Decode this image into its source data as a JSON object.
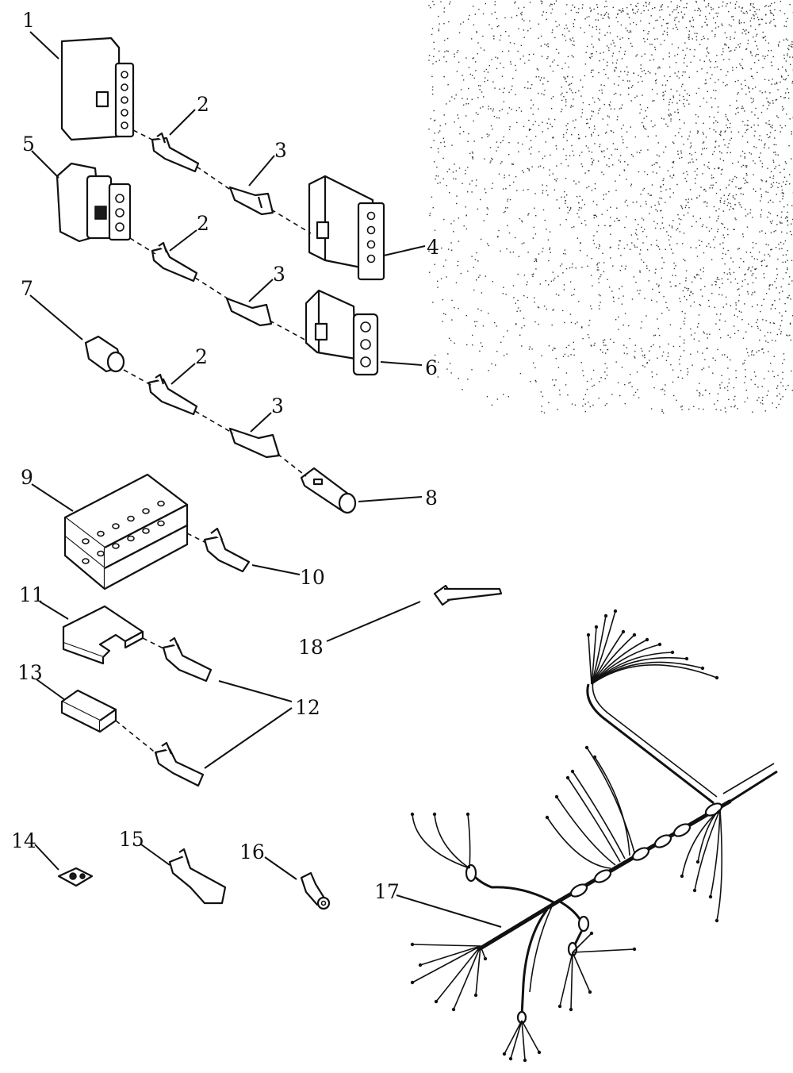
{
  "callouts": [
    {
      "id": "1",
      "text": "1"
    },
    {
      "id": "2a",
      "text": "2"
    },
    {
      "id": "3a",
      "text": "3"
    },
    {
      "id": "4",
      "text": "4"
    },
    {
      "id": "5",
      "text": "5"
    },
    {
      "id": "2b",
      "text": "2"
    },
    {
      "id": "3b",
      "text": "3"
    },
    {
      "id": "7",
      "text": "7"
    },
    {
      "id": "6",
      "text": "6"
    },
    {
      "id": "2c",
      "text": "2"
    },
    {
      "id": "3c",
      "text": "3"
    },
    {
      "id": "9",
      "text": "9"
    },
    {
      "id": "8",
      "text": "8"
    },
    {
      "id": "10",
      "text": "10"
    },
    {
      "id": "11",
      "text": "11"
    },
    {
      "id": "18",
      "text": "18"
    },
    {
      "id": "13",
      "text": "13"
    },
    {
      "id": "12",
      "text": "12"
    },
    {
      "id": "14",
      "text": "14"
    },
    {
      "id": "15",
      "text": "15"
    },
    {
      "id": "16",
      "text": "16"
    },
    {
      "id": "17",
      "text": "17"
    }
  ]
}
